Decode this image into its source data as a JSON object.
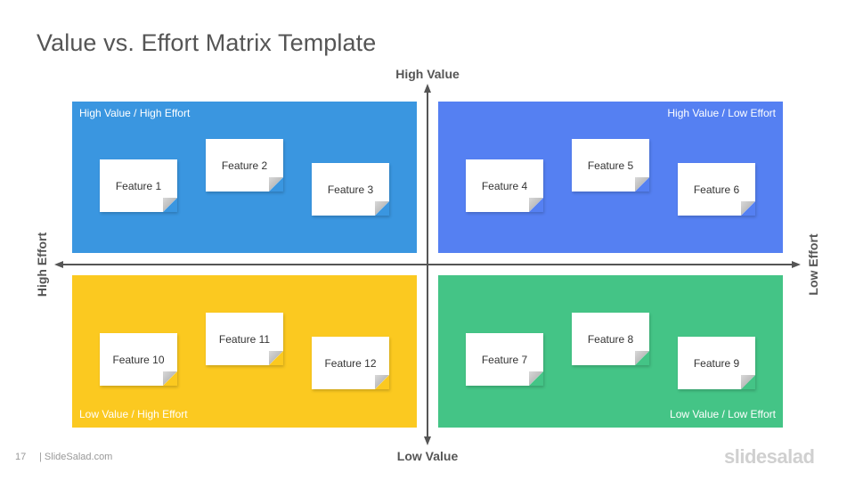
{
  "title": "Value vs. Effort Matrix Template",
  "axes": {
    "top": "High Value",
    "bottom": "Low Value",
    "left": "High Effort",
    "right": "Low Effort"
  },
  "colors": {
    "q1": "#3a96e0",
    "q2": "#5580f2",
    "q3": "#fbc920",
    "q4": "#44c486",
    "axis": "#555555"
  },
  "quadrants": [
    {
      "label": "High Value / High Effort",
      "notes": [
        "Feature 1",
        "Feature 2",
        "Feature 3"
      ]
    },
    {
      "label": "High Value / Low Effort",
      "notes": [
        "Feature 4",
        "Feature 5",
        "Feature 6"
      ]
    },
    {
      "label": "Low Value / High Effort",
      "notes": [
        "Feature 10",
        "Feature 11",
        "Feature 12"
      ]
    },
    {
      "label": "Low Value / Low Effort",
      "notes": [
        "Feature 7",
        "Feature 8",
        "Feature 9"
      ]
    }
  ],
  "footer": {
    "page_number": "17",
    "site": "| SlideSalad.com",
    "logo": "slidesalad"
  }
}
